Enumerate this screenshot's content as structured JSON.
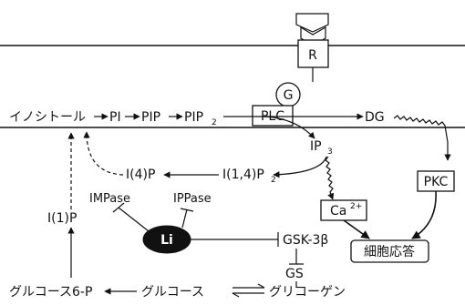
{
  "membrane": {
    "receptor": "R",
    "g_protein": "G",
    "plc": "PLC"
  },
  "top_chain": {
    "inositol": "イノシトール",
    "pi": "PI",
    "pip": "PIP",
    "pip2": "PIP",
    "pip2_sub": "2",
    "dg": "DG"
  },
  "pathway": {
    "ip3": "IP",
    "ip3_sub": "3",
    "i14p2": "I(1,4)P",
    "i14p2_sub": "2",
    "i4p": "I(4)P",
    "i1p": "I(1)P",
    "impase": "IMPase",
    "ippase": "IPPase",
    "li": "Li",
    "gsk3b": "GSK-3β",
    "gs": "GS",
    "pkc": "PKC",
    "ca": "Ca",
    "ca_sup": "2+",
    "response": "細胞応答"
  },
  "bottom_chain": {
    "glucose6p": "グルコース6-P",
    "glucose": "グルコース",
    "glycogen": "グリコーゲン"
  }
}
